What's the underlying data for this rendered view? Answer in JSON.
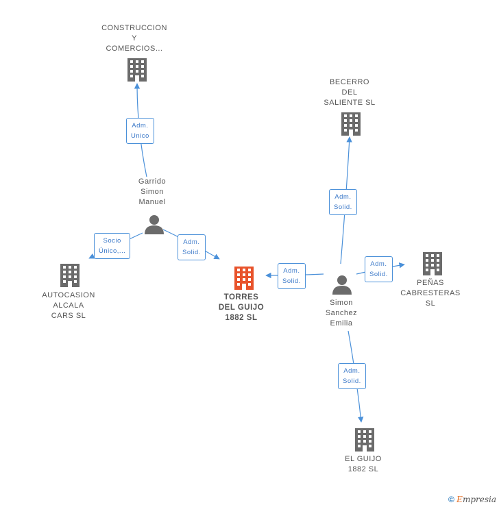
{
  "colors": {
    "edge": "#4a90d9",
    "company": "#6b6b6b",
    "focus": "#e8532b",
    "person": "#6b6b6b"
  },
  "nodes": {
    "construccion": {
      "lines": [
        "CONSTRUCCION",
        "Y",
        "COMERCIOS..."
      ],
      "icon": "building-icon"
    },
    "becerro": {
      "lines": [
        "BECERRO",
        "DEL",
        "SALIENTE  SL"
      ],
      "icon": "building-icon"
    },
    "garrido": {
      "lines": [
        "Garrido",
        "Simon",
        "Manuel"
      ],
      "icon": "person-icon"
    },
    "autocasion": {
      "lines": [
        "AUTOCASION",
        "ALCALA",
        "CARS SL"
      ],
      "icon": "building-icon"
    },
    "torres": {
      "lines": [
        "TORRES",
        "DEL GUIJO",
        "1882  SL"
      ],
      "icon": "building-icon"
    },
    "simon": {
      "lines": [
        "Simon",
        "Sanchez",
        "Emilia"
      ],
      "icon": "person-icon"
    },
    "penas": {
      "lines": [
        "PEÑAS",
        "CABRESTERAS",
        "SL"
      ],
      "icon": "building-icon"
    },
    "guijo": {
      "lines": [
        "EL GUIJO",
        "1882  SL"
      ],
      "icon": "building-icon"
    }
  },
  "edges": {
    "adm_unico": [
      "Adm.",
      "Unico"
    ],
    "socio_unico": [
      "Socio",
      "Único,..."
    ],
    "adm_solid_garrido": [
      "Adm.",
      "Solid."
    ],
    "adm_solid_torres": [
      "Adm.",
      "Solid."
    ],
    "adm_solid_becerro": [
      "Adm.",
      "Solid."
    ],
    "adm_solid_penas": [
      "Adm.",
      "Solid."
    ],
    "adm_solid_guijo": [
      "Adm.",
      "Solid."
    ]
  },
  "footer": {
    "copyright": "©",
    "brand_e": "E",
    "brand_rest": "mpresia"
  }
}
